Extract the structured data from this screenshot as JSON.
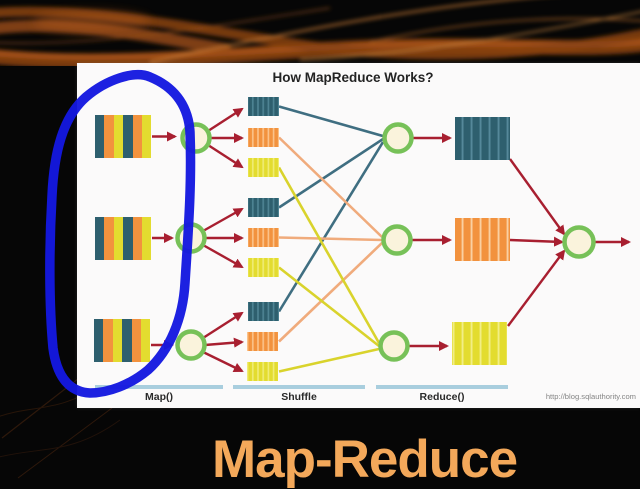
{
  "title": "How MapReduce Works?",
  "caption": "Map-Reduce",
  "stages": [
    {
      "label": "Map()"
    },
    {
      "label": "Shuffle"
    },
    {
      "label": "Reduce()"
    }
  ],
  "credit": "http://blog.sqlauthority.com",
  "diagram": {
    "input_splits": 3,
    "map_nodes": 3,
    "intermediate_partitions_per_map": [
      "teal",
      "orange",
      "yellow"
    ],
    "reduce_nodes": 3,
    "output_blocks": [
      "teal",
      "orange",
      "yellow"
    ],
    "final_merge_node": 1,
    "annotation": "hand-drawn blue loop circling the three input split blocks"
  },
  "colors": {
    "annotation_blue": "#1418e0",
    "arrow_red": "#a81f30",
    "node_border_green": "#77c158",
    "node_fill_cream": "#faf3dc",
    "block_teal": "#2e5f6e",
    "block_orange": "#f2923e",
    "block_yellow": "#e3dc2f",
    "shuffle_line_teal": "#3f6e81",
    "shuffle_line_orange": "#f0ab7c",
    "shuffle_line_yellow": "#d9d32c",
    "stage_bar_blue": "#a9cede",
    "caption_orange": "#f3a85a",
    "swirl_orange": "#a05317",
    "background_black": "#060606",
    "panel_white": "#fbfafa"
  }
}
